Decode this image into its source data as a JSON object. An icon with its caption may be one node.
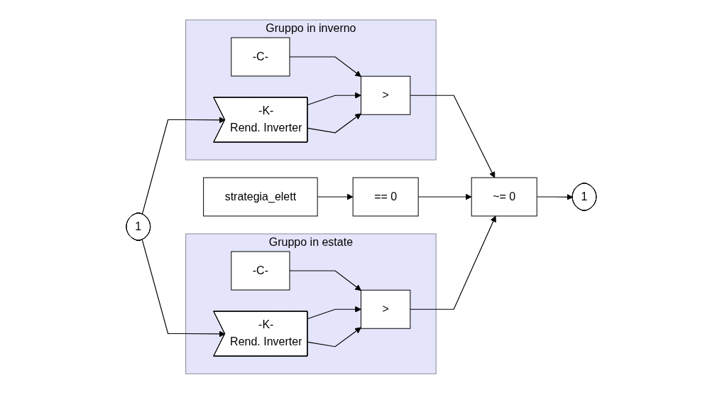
{
  "diagram": {
    "nodes": [
      {
        "text": [
          "1"
        ]
      },
      {
        "text": [
          "Gruppo in inverno"
        ]
      },
      {
        "text": [
          "-C-"
        ],
        "in": 1
      },
      {
        "text": [
          "-K-",
          "Rend. Inverter"
        ],
        "in": 1
      },
      {
        "text": [
          ">"
        ],
        "in": 1
      },
      {
        "text": [
          "strategia_elett"
        ]
      },
      {
        "text": [
          "== 0"
        ]
      },
      {
        "text": [
          "~= 0"
        ]
      },
      {
        "text": [
          "1"
        ]
      },
      {
        "text": [
          "Gruppo in estate"
        ]
      },
      {
        "text": [
          "-C-"
        ],
        "in": 9
      },
      {
        "text": [
          "-K-",
          "Rend. Inverter"
        ],
        "in": 9
      },
      {
        "text": [
          ">"
        ],
        "in": 9
      }
    ],
    "edges": [
      {
        "from": 0,
        "to": 3,
        "arrow": "to"
      },
      {
        "from": 0,
        "to": 11,
        "arrow": "to"
      },
      {
        "from": 2,
        "to": 4,
        "arrow": "to"
      },
      {
        "from": 3,
        "to": 4,
        "arrow": "to"
      },
      {
        "from": 3,
        "to": 4,
        "arrow": "to"
      },
      {
        "from": 4,
        "to": 7,
        "arrow": "to"
      },
      {
        "from": 5,
        "to": 6,
        "arrow": "to"
      },
      {
        "from": 6,
        "to": 7,
        "arrow": "to"
      },
      {
        "from": 12,
        "to": 7,
        "arrow": "to"
      },
      {
        "from": 7,
        "to": 8,
        "arrow": "to"
      },
      {
        "from": 10,
        "to": 12,
        "arrow": "to"
      },
      {
        "from": 11,
        "to": 12,
        "arrow": "to"
      },
      {
        "from": 11,
        "to": 12,
        "arrow": "to"
      }
    ]
  }
}
